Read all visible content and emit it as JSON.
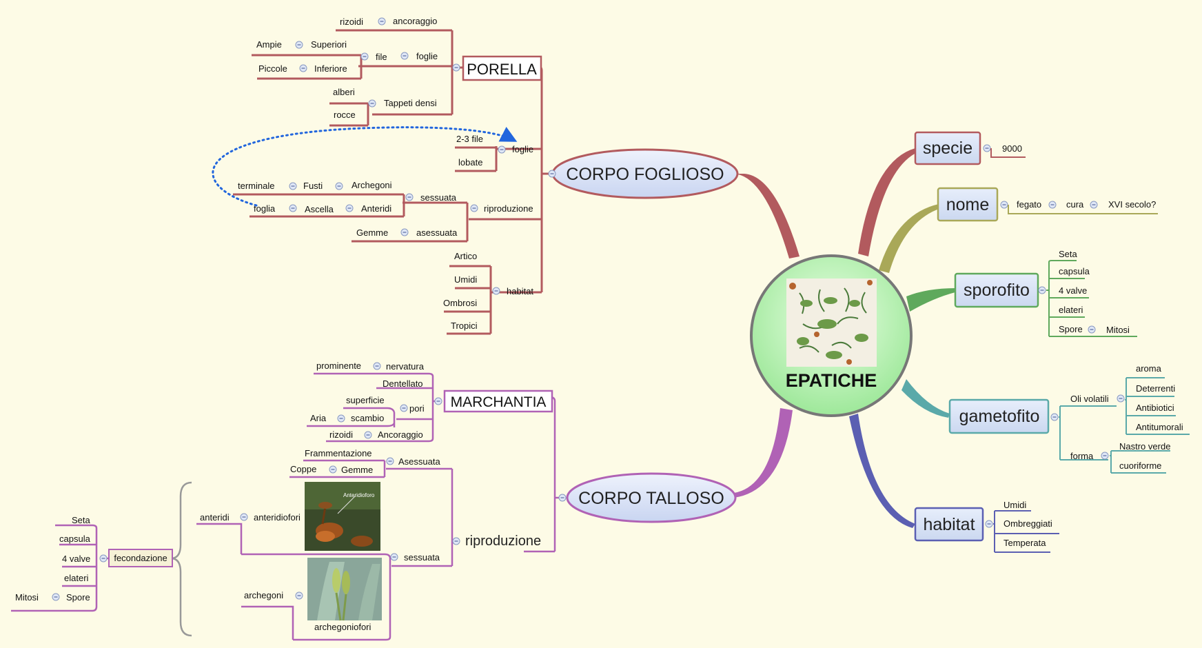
{
  "central": {
    "title": "EPATICHE",
    "image": "liverwort-botanical-illustration"
  },
  "colors": {
    "background": "#fdfbe6",
    "foglioso": "#b25a5e",
    "talloso": "#b062b5",
    "specie": "#b25a5e",
    "nome": "#a9a858",
    "sporofito": "#5fa95c",
    "gametofito": "#5aa9a9",
    "habitat": "#5b5fb2",
    "relationship": "#2266dd"
  },
  "topics": {
    "specie": {
      "label": "specie",
      "children": [
        "9000"
      ]
    },
    "nome": {
      "label": "nome",
      "chain": [
        "fegato",
        "cura",
        "XVI secolo?"
      ]
    },
    "sporofito": {
      "label": "sporofito",
      "children": [
        "Seta",
        "capsula",
        "4 valve",
        "elateri",
        "Spore"
      ],
      "spore_child": "Mitosi"
    },
    "gametofito": {
      "label": "gametofito",
      "oli": {
        "label": "Oli volatili",
        "children": [
          "aroma",
          "Deterrenti",
          "Antibiotici",
          "Antitumorali"
        ]
      },
      "forma": {
        "label": "forma",
        "children": [
          "Nastro verde",
          "cuoriforme"
        ]
      }
    },
    "habitat": {
      "label": "habitat",
      "children": [
        "Umidi",
        "Ombreggiati",
        "Temperata"
      ]
    },
    "foglioso": {
      "label": "CORPO FOGLIOSO",
      "porella": {
        "label": "PORELLA",
        "rizoidi": "rizoidi",
        "ancoraggio": "ancoraggio",
        "foglie": "foglie",
        "file": "file",
        "superiori": "Superiori",
        "ampie": "Ampie",
        "inferiore": "Inferiore",
        "piccole": "Piccole",
        "tappeti": "Tappeti densi",
        "alberi": "alberi",
        "rocce": "rocce"
      },
      "foglie": {
        "label": "foglie",
        "children": [
          "2-3 file",
          "lobate"
        ]
      },
      "riproduzione": {
        "label": "riproduzione",
        "sessuata": "sessuata",
        "asessuata": "asessuata",
        "gemme": "Gemme",
        "archegoni": "Archegoni",
        "fusti": "Fusti",
        "terminale": "terminale",
        "anteridi": "Anteridi",
        "ascella": "Ascella",
        "foglia": "foglia"
      },
      "habitat": {
        "label": "habitat",
        "children": [
          "Artico",
          "Umidi",
          "Ombrosi",
          "Tropici"
        ]
      }
    },
    "talloso": {
      "label": "CORPO TALLOSO",
      "marchantia": {
        "label": "MARCHANTIA",
        "nervatura": "nervatura",
        "prominente": "prominente",
        "dentellato": "Dentellato",
        "pori": "pori",
        "superficie": "superficie",
        "scambio": "scambio",
        "aria": "Aria",
        "ancoraggio": "Ancoraggio",
        "rizoidi": "rizoidi"
      },
      "riproduzione": {
        "label": "riproduzione",
        "asessuata": "Asessuata",
        "frammentazione": "Frammentazione",
        "gemme": "Gemme",
        "coppe": "Coppe",
        "sessuata": "sessuata",
        "anteridiofori": "anteridiofori",
        "anteridi": "anteridi",
        "anteridioforo_caption": "Anteridioforo",
        "archegoniofori": "archegoniofori",
        "archegoni": "archegoni",
        "fecondazione": "fecondazione",
        "feco_children": [
          "Seta",
          "capsula",
          "4 valve",
          "elateri",
          "Spore"
        ],
        "mitosi": "Mitosi"
      }
    }
  }
}
